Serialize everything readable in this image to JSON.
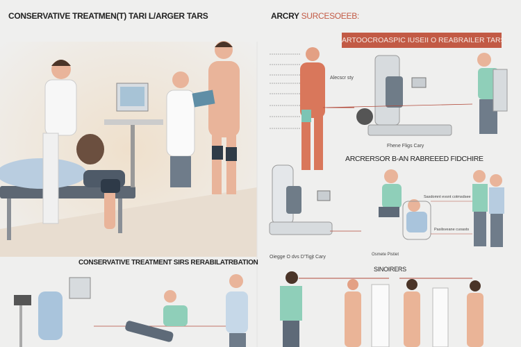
{
  "headings": {
    "left_title": "CONSERVATIVE TREATMEN(T)  TARI L/ARGER TARS",
    "right_title_dark": "ARCRY",
    "right_title_red": "SURCESOEEB:",
    "banner": "ARTOOCROASPIC IUSEII O REABRAILER TARS",
    "middle_right_title": "ARCRERSOR B-AN RABREEED FIDCHIRE",
    "bottom_left_title": "CONSERVATIVE TREATMENT SIRS RERABILATRBATION",
    "bottom_right_title": "SINOIRERS"
  },
  "captions": {
    "machine_top": "Fhene Fligs Cary",
    "machine_mid": "Oiegge O dvs D'Tigjt Cary",
    "chair_mid": "Osmete Pistiet",
    "anatomy_label": "Alecscr sty",
    "mid_label_1": "Sasdomnt evsnt cotmsdsee",
    "mid_label_2": "Pasilsveane cuoasts"
  },
  "colors": {
    "accent_red": "#c25a45",
    "skin": "#e9b49a",
    "scrub": "#8fcfb9",
    "machine": "#c9cdd0"
  }
}
